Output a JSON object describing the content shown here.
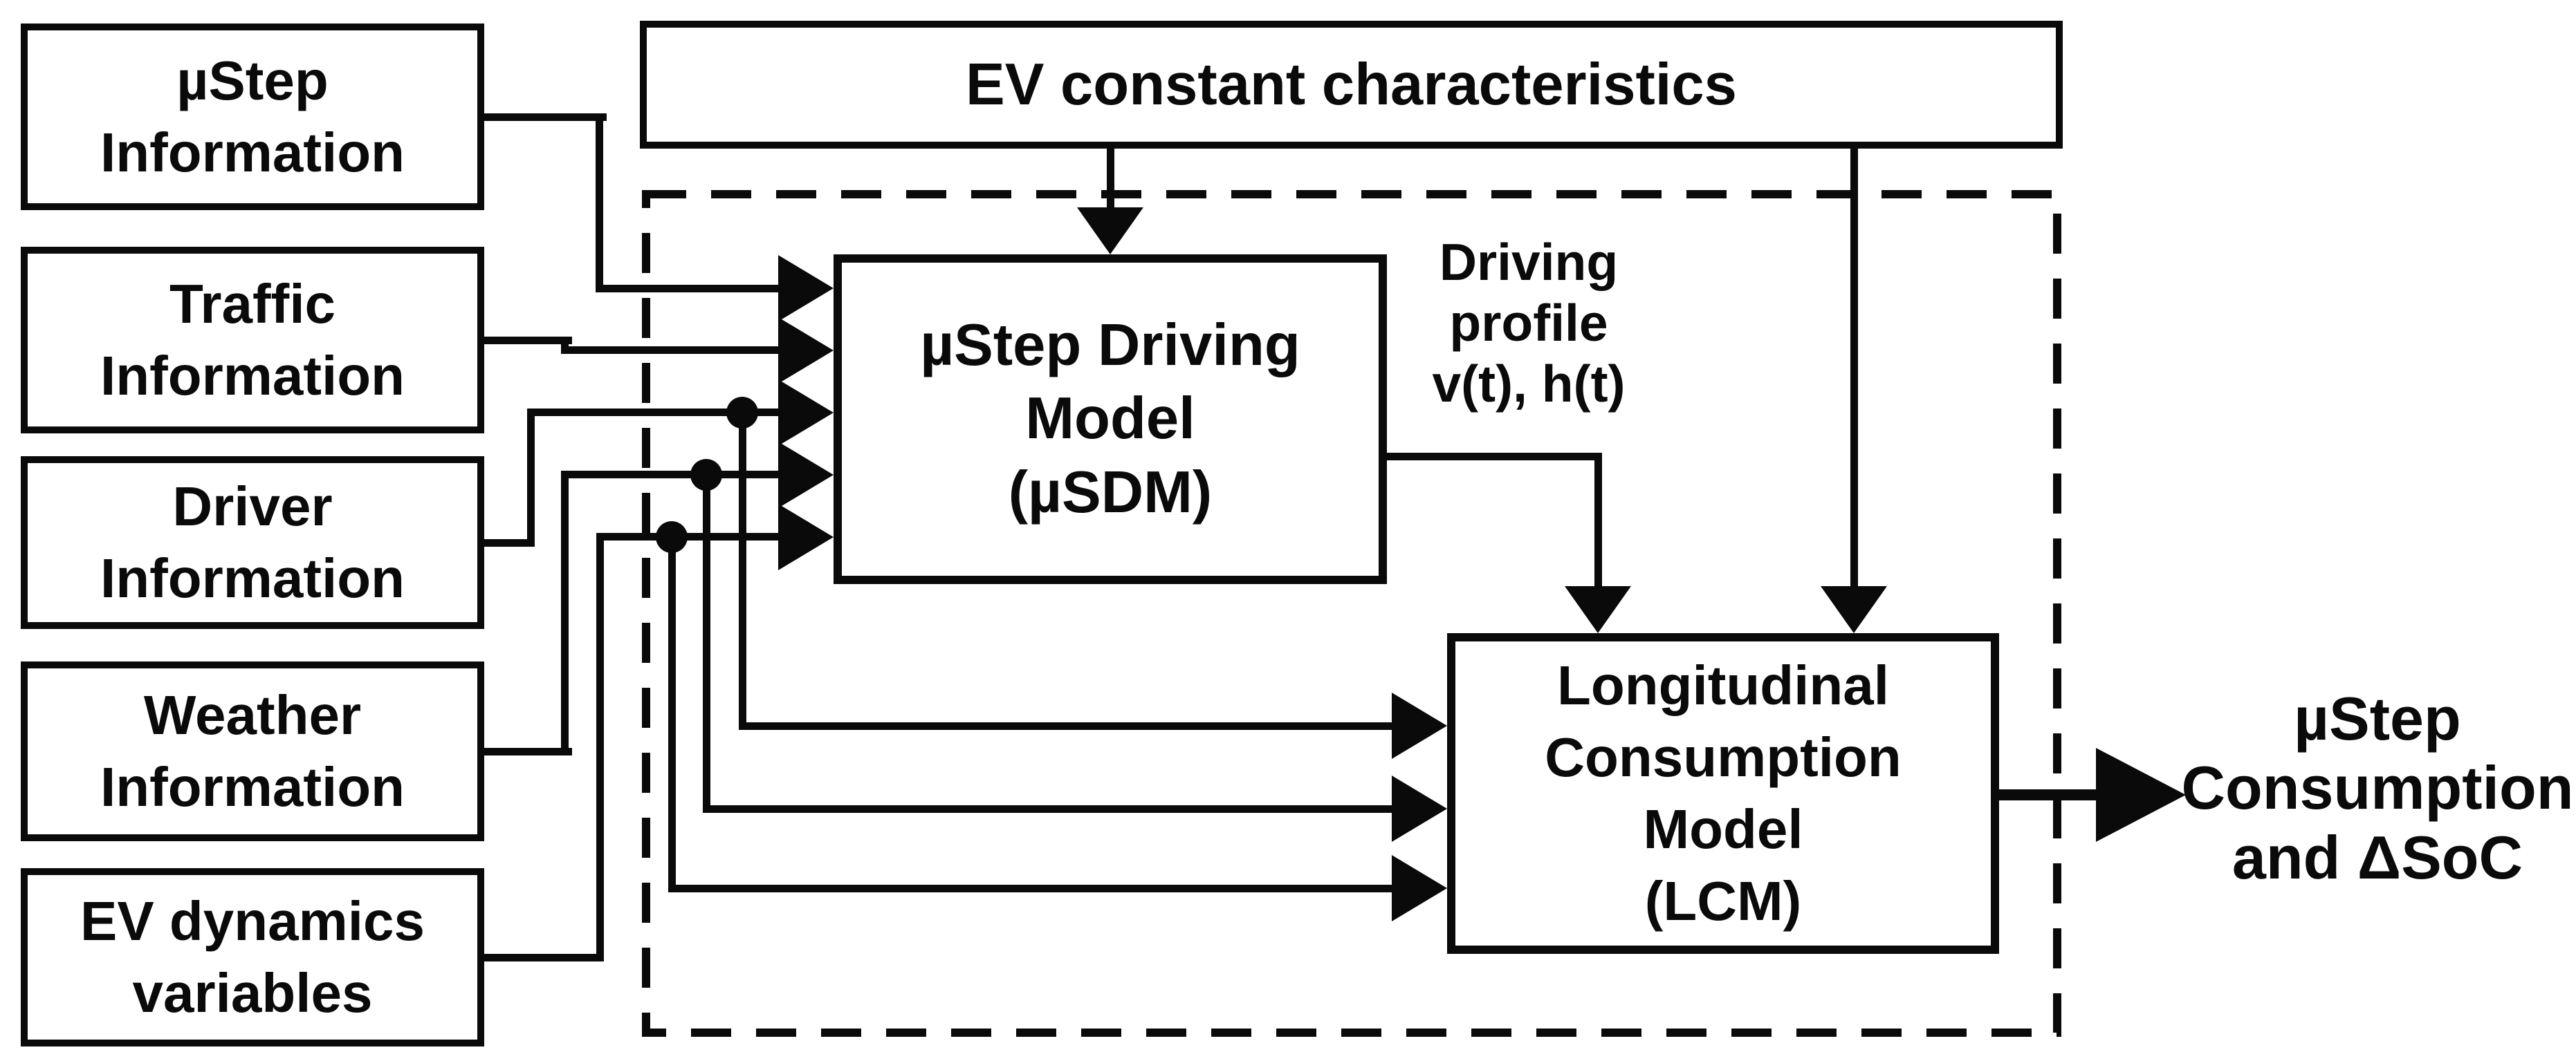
{
  "diagram": {
    "inputs": [
      {
        "id": "ustep-information",
        "line1": "µStep",
        "line2": "Information"
      },
      {
        "id": "traffic-information",
        "line1": "Traffic",
        "line2": "Information"
      },
      {
        "id": "driver-information",
        "line1": "Driver",
        "line2": "Information"
      },
      {
        "id": "weather-information",
        "line1": "Weather",
        "line2": "Information"
      },
      {
        "id": "ev-dynamics-variables",
        "line1": "EV dynamics",
        "line2": "variables"
      }
    ],
    "ev_constant": {
      "label": "EV constant characteristics"
    },
    "usdm": {
      "line1": "µStep Driving",
      "line2": "Model",
      "line3": "(µSDM)"
    },
    "lcm": {
      "line1": "Longitudinal",
      "line2": "Consumption",
      "line3": "Model",
      "line4": "(LCM)"
    },
    "driving_profile": {
      "line1": "Driving",
      "line2": "profile",
      "line3": "v(t), h(t)"
    },
    "output": {
      "line1": "µStep",
      "line2": "Consumption",
      "line3": "and ΔSoC"
    },
    "colors": {
      "ink": "#0a0a0a",
      "background": "#ffffff"
    }
  }
}
